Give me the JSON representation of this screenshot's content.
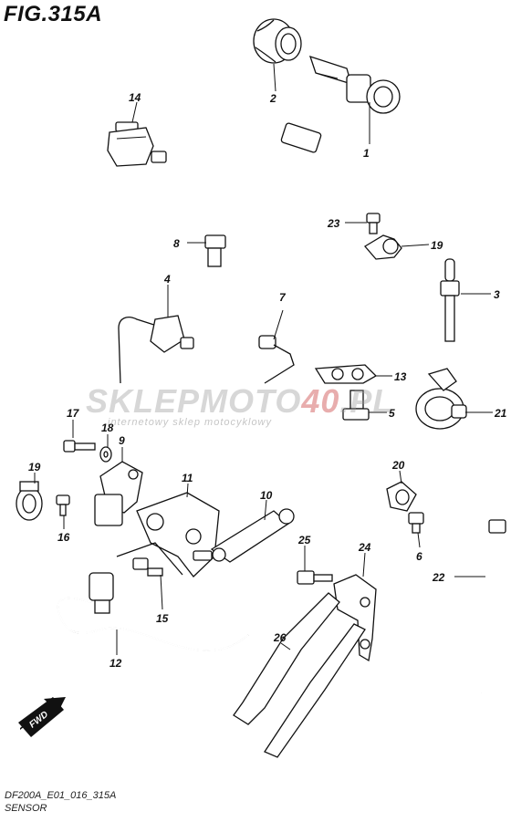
{
  "figure": {
    "title": "FIG.315A"
  },
  "footer": {
    "code": "DF200A_E01_016_315A",
    "name": "SENSOR"
  },
  "watermark": {
    "text_main": "SKLEPMOTO",
    "text_accent": "40",
    "text_end": ".PL",
    "subtitle": "internetowy sklep motocyklowy"
  },
  "fwd_badge": {
    "label": "FWD"
  },
  "callouts": [
    {
      "id": "c1",
      "label": "1"
    },
    {
      "id": "c2",
      "label": "2"
    },
    {
      "id": "c3",
      "label": "3"
    },
    {
      "id": "c4",
      "label": "4"
    },
    {
      "id": "c5",
      "label": "5"
    },
    {
      "id": "c6",
      "label": "6"
    },
    {
      "id": "c7",
      "label": "7"
    },
    {
      "id": "c8",
      "label": "8"
    },
    {
      "id": "c9",
      "label": "9"
    },
    {
      "id": "c10",
      "label": "10"
    },
    {
      "id": "c11",
      "label": "11"
    },
    {
      "id": "c12",
      "label": "12"
    },
    {
      "id": "c13",
      "label": "13"
    },
    {
      "id": "c14",
      "label": "14"
    },
    {
      "id": "c15",
      "label": "15"
    },
    {
      "id": "c16",
      "label": "16"
    },
    {
      "id": "c17",
      "label": "17"
    },
    {
      "id": "c18",
      "label": "18"
    },
    {
      "id": "c19a",
      "label": "19"
    },
    {
      "id": "c19b",
      "label": "19"
    },
    {
      "id": "c20",
      "label": "20"
    },
    {
      "id": "c21",
      "label": "21"
    },
    {
      "id": "c22",
      "label": "22"
    },
    {
      "id": "c23",
      "label": "23"
    },
    {
      "id": "c24",
      "label": "24"
    },
    {
      "id": "c25",
      "label": "25"
    },
    {
      "id": "c26",
      "label": "26"
    }
  ]
}
